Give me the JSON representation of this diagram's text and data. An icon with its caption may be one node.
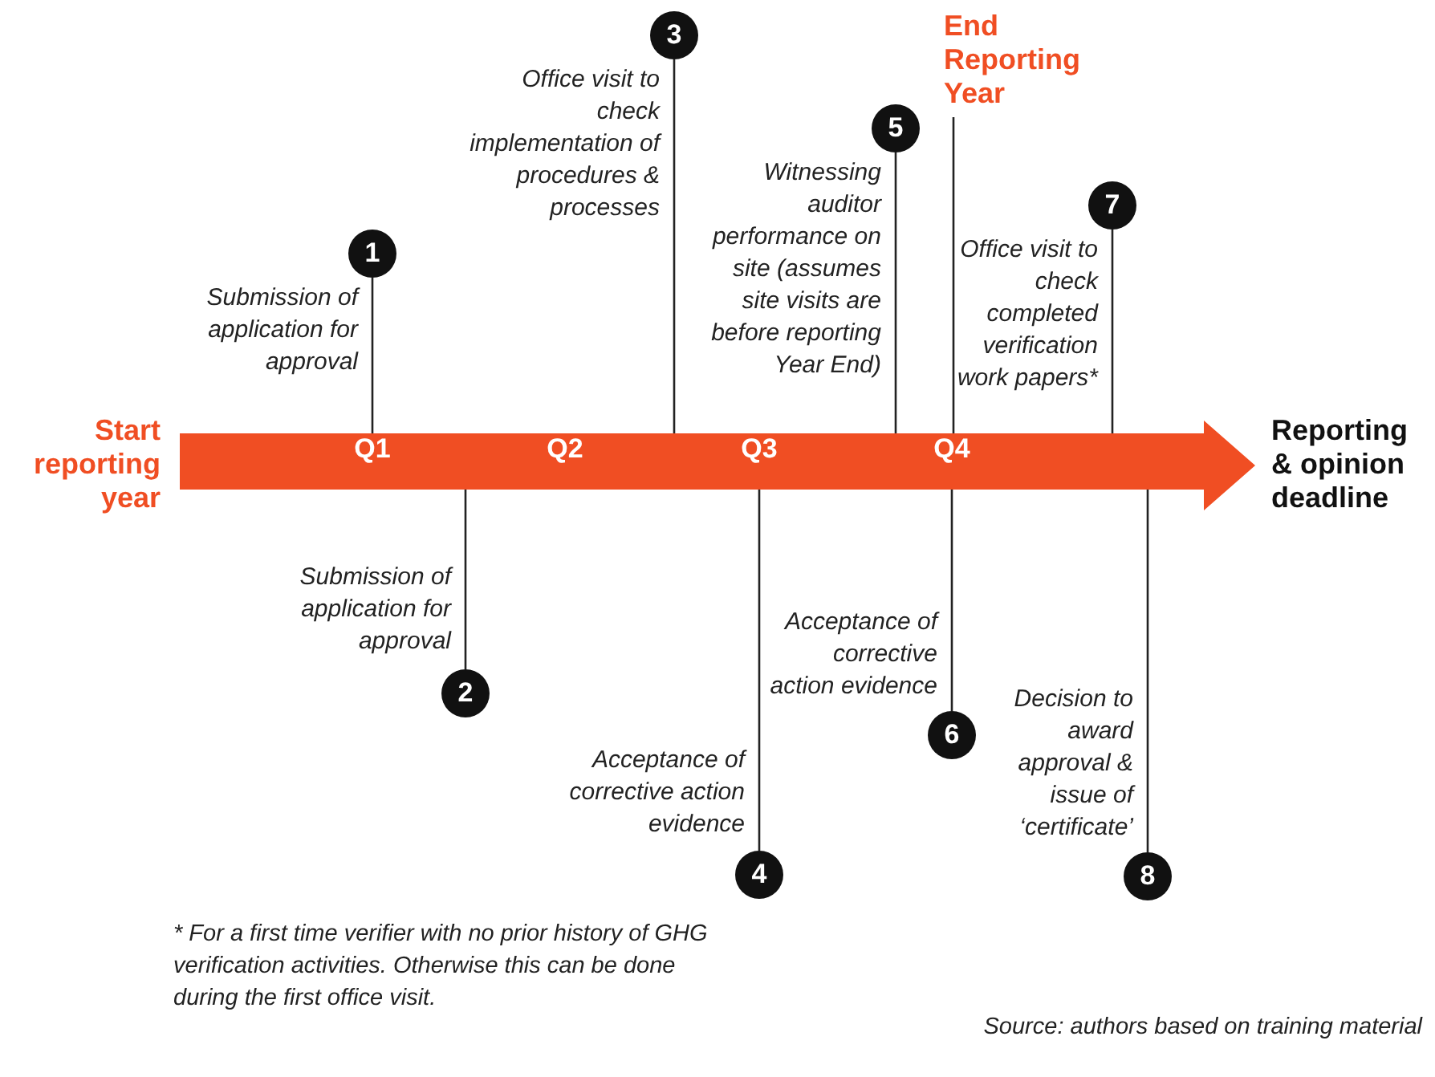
{
  "diagram": {
    "nodes": [
      {
        "text": [
          "Q1",
          "Q2",
          "Q3",
          "Q4"
        ],
        "beside": [
          "Start reporting year",
          "Reporting & opinion deadline"
        ]
      },
      {
        "text": [
          "1"
        ],
        "beside": [
          "Submission of application for approval"
        ]
      },
      {
        "text": [
          "2"
        ],
        "beside": [
          "Submission of application for approval"
        ]
      },
      {
        "text": [
          "3"
        ],
        "beside": [
          "Office visit to check implementation of procedures & processes"
        ]
      },
      {
        "text": [
          "4"
        ],
        "beside": [
          "Acceptance of corrective action evidence"
        ]
      },
      {
        "text": [
          "5"
        ],
        "beside": [
          "Witnessing auditor performance on site (assumes site visits are before reporting Year End)"
        ]
      },
      {
        "text": [
          "6"
        ],
        "beside": [
          "Acceptance of corrective action evidence"
        ]
      },
      {
        "text": [
          "7"
        ],
        "beside": [
          "Office visit to check completed verification work papers*"
        ]
      },
      {
        "text": [
          "8"
        ],
        "beside": [
          "Decision to award approval & issue of ‘certificate’"
        ]
      },
      {
        "text": [
          "End Reporting Year"
        ]
      }
    ],
    "edges": [
      {
        "from": 1,
        "to": 0,
        "arrow": "none"
      },
      {
        "from": 2,
        "to": 0,
        "arrow": "none"
      },
      {
        "from": 3,
        "to": 0,
        "arrow": "none"
      },
      {
        "from": 4,
        "to": 0,
        "arrow": "none"
      },
      {
        "from": 5,
        "to": 0,
        "arrow": "none"
      },
      {
        "from": 6,
        "to": 0,
        "arrow": "none"
      },
      {
        "from": 7,
        "to": 0,
        "arrow": "none"
      },
      {
        "from": 8,
        "to": 0,
        "arrow": "none"
      },
      {
        "from": 9,
        "to": 0,
        "arrow": "none"
      }
    ],
    "labels": [
      "* For a first time verifier with no prior history of GHG verification activities. Otherwise this can be done during the first office visit.",
      "Source: authors based on training material"
    ]
  }
}
